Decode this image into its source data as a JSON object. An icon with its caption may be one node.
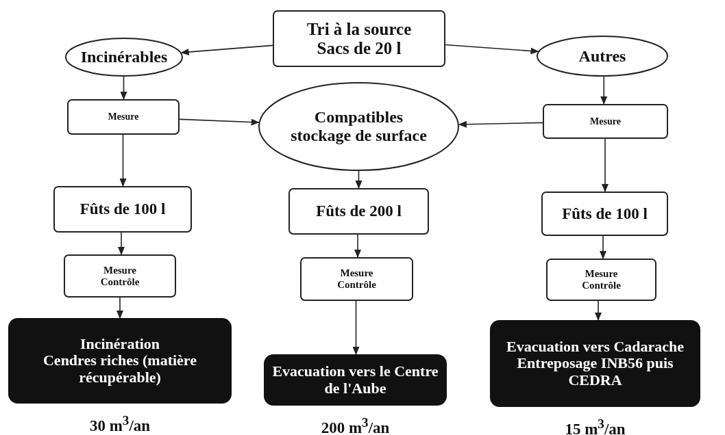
{
  "diagram": {
    "nodes": [
      {
        "text": [
          "Tri à la source",
          "Sacs de 20 l"
        ]
      },
      {
        "text": [
          "Incinérables"
        ]
      },
      {
        "text": [
          "Autres"
        ]
      },
      {
        "text": [
          "Mesure"
        ]
      },
      {
        "text": [
          "Compatibles stockage de surface"
        ]
      },
      {
        "text": [
          "Mesure"
        ]
      },
      {
        "text": [
          "Fûts de 100 l"
        ]
      },
      {
        "text": [
          "Fûts de 200 l"
        ]
      },
      {
        "text": [
          "Fûts de 100 l"
        ]
      },
      {
        "text": [
          "Mesure",
          "Contrôle"
        ]
      },
      {
        "text": [
          "Mesure",
          "Contrôle"
        ]
      },
      {
        "text": [
          "Mesure",
          "Contrôle"
        ]
      },
      {
        "text": [
          "Incinération",
          "Cendres riches (matière récupérable)"
        ],
        "beside": [
          "30 m$^{3}$/an"
        ]
      },
      {
        "text": [
          "Evacuation vers le Centre de l'Aube"
        ],
        "beside": [
          "200 m$^{3}$/an"
        ]
      },
      {
        "text": [
          "Evacuation vers Cadarache",
          "Entreposage INB56 puis CEDRA"
        ],
        "beside": [
          "15 m$^{3}$/an"
        ]
      }
    ],
    "edges": [
      {
        "from": 0,
        "to": 1,
        "arrow": "to"
      },
      {
        "from": 0,
        "to": 2,
        "arrow": "to"
      },
      {
        "from": 1,
        "to": 3,
        "arrow": "to"
      },
      {
        "from": 2,
        "to": 5,
        "arrow": "to"
      },
      {
        "from": 3,
        "to": 4,
        "arrow": "to"
      },
      {
        "from": 5,
        "to": 4,
        "arrow": "to"
      },
      {
        "from": 3,
        "to": 6,
        "arrow": "to"
      },
      {
        "from": 4,
        "to": 7,
        "arrow": "to"
      },
      {
        "from": 5,
        "to": 8,
        "arrow": "to"
      },
      {
        "from": 6,
        "to": 9,
        "arrow": "to"
      },
      {
        "from": 7,
        "to": 10,
        "arrow": "to"
      },
      {
        "from": 8,
        "to": 11,
        "arrow": "to"
      },
      {
        "from": 9,
        "to": 12,
        "arrow": "to"
      },
      {
        "from": 10,
        "to": 13,
        "arrow": "to"
      },
      {
        "from": 11,
        "to": 14,
        "arrow": "to"
      }
    ]
  }
}
